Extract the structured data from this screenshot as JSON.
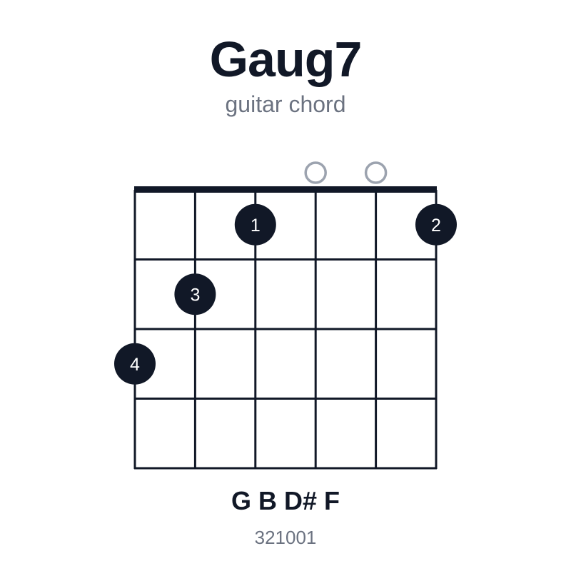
{
  "chord": {
    "name": "Gaug7",
    "subtitle": "guitar chord",
    "notes": "G B D# F",
    "fingering": "321001"
  },
  "diagram": {
    "strings": 6,
    "frets": 4,
    "open_strings": [
      3,
      4
    ],
    "fingers": [
      {
        "string": 2,
        "fret": 1,
        "label": "1"
      },
      {
        "string": 5,
        "fret": 1,
        "label": "2"
      },
      {
        "string": 1,
        "fret": 2,
        "label": "3"
      },
      {
        "string": 0,
        "fret": 3,
        "label": "4"
      }
    ]
  },
  "colors": {
    "ink": "#111827",
    "muted": "#9ca3af",
    "finger_text": "#ffffff"
  }
}
